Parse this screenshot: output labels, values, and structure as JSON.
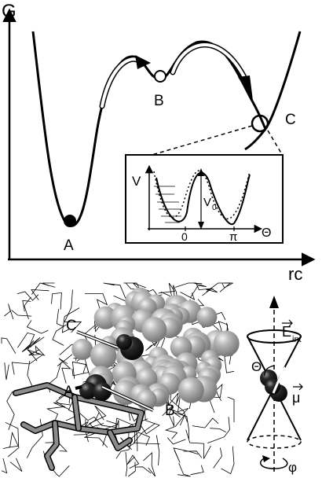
{
  "top_panel": {
    "y_axis_label": "G",
    "x_axis_label": "rc",
    "states": [
      {
        "label": "A",
        "marker": "filled"
      },
      {
        "label": "B",
        "marker": "open"
      },
      {
        "label": "C",
        "marker": "open"
      }
    ]
  },
  "inset": {
    "y_axis_label": "V",
    "x_axis_label": "Θ",
    "barrier_label": "V",
    "barrier_subscript": "0",
    "x_ticks": [
      "0",
      "π"
    ]
  },
  "bottom_left": {
    "labels": [
      "C",
      "A",
      "B"
    ]
  },
  "bottom_right": {
    "field_label": "E",
    "field_subscript": "int",
    "angle_label": "Θ",
    "dipole_label": "μ",
    "azimuth_label": "φ"
  },
  "colors": {
    "ink": "#000000",
    "gray_atom": "#9a9a9a",
    "light_atom": "#d8d8d8",
    "ring": "#8c8c8c"
  }
}
